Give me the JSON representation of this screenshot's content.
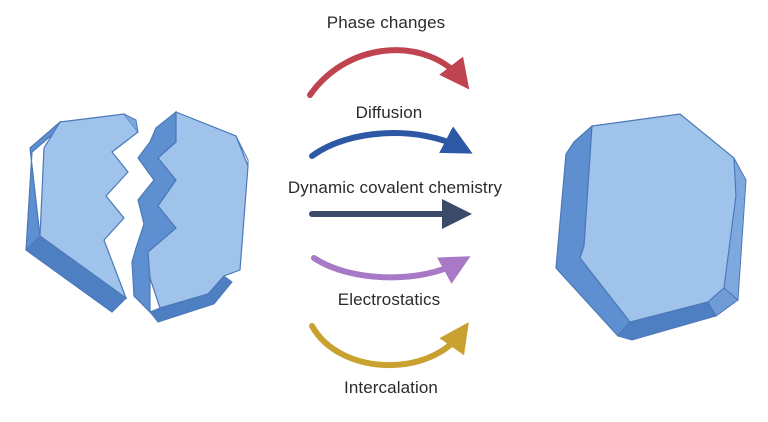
{
  "mechanisms": [
    {
      "key": "phase",
      "label": "Phase changes",
      "color": "#c0444f"
    },
    {
      "key": "diffusion",
      "label": "Diffusion",
      "color": "#2d58a6"
    },
    {
      "key": "dynamic",
      "label": "Dynamic covalent chemistry",
      "color": "#3a4a6b"
    },
    {
      "key": "electro",
      "label": "Electrostatics",
      "color": "#a879c7"
    },
    {
      "key": "intercalation",
      "label": "Intercalation",
      "color": "#c9a131"
    }
  ],
  "colors": {
    "crystal_face": "#9fc3ea",
    "crystal_side": "#5e8fd0",
    "crystal_outline": "#4b79b8"
  }
}
